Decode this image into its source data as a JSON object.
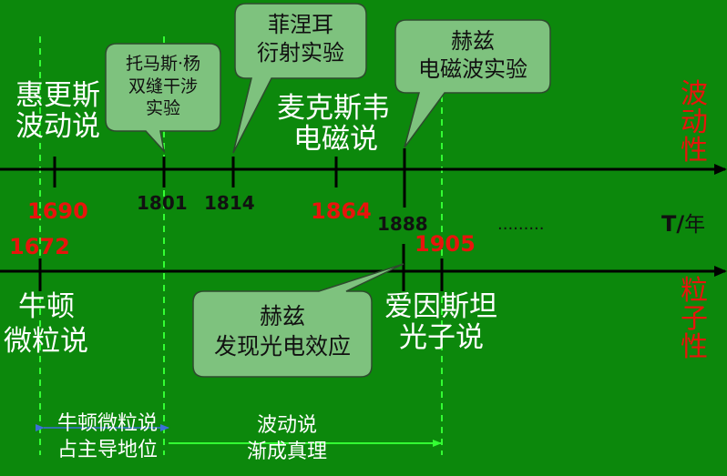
{
  "colors": {
    "background": "#0c880c",
    "bubble_fill": "#7ec27e",
    "bubble_stroke": "#2e4a2e",
    "axis": "#000000",
    "dashed_line": "#33ff33",
    "red_text": "#e8140c"
  },
  "top_axis": {
    "theories": {
      "huygens": [
        "惠更斯",
        "波动说"
      ],
      "maxwell": [
        "麦克斯韦",
        "电磁说"
      ]
    },
    "years": {
      "y1690": "1690",
      "y1801": "1801",
      "y1814": "1814",
      "y1864": "1864",
      "y1888": "1888"
    },
    "callouts": {
      "young": [
        "托马斯·杨",
        "双缝干涉",
        "实验"
      ],
      "fresnel": [
        "菲涅耳",
        "衍射实验"
      ],
      "hertz_em": [
        "赫兹",
        "电磁波实验"
      ]
    },
    "side_label": [
      "波",
      "动",
      "性"
    ]
  },
  "axis_unit": {
    "dots": ".........",
    "t_label": "T",
    "slash": "/",
    "unit": "年"
  },
  "bottom_axis": {
    "years": {
      "y1672": "1672",
      "y1905": "1905"
    },
    "theories": {
      "newton": [
        "牛顿",
        "微粒说"
      ],
      "einstein": [
        "爱因斯坦",
        "光子说"
      ]
    },
    "callouts": {
      "hertz_pe": [
        "赫兹",
        "发现光电效应"
      ]
    },
    "side_label": [
      "粒",
      "子",
      "性"
    ]
  },
  "eras": {
    "particle_dominant": [
      "牛顿微粒说",
      "占主导地位"
    ],
    "wave_accepted": [
      "波动说",
      "渐成真理"
    ]
  }
}
